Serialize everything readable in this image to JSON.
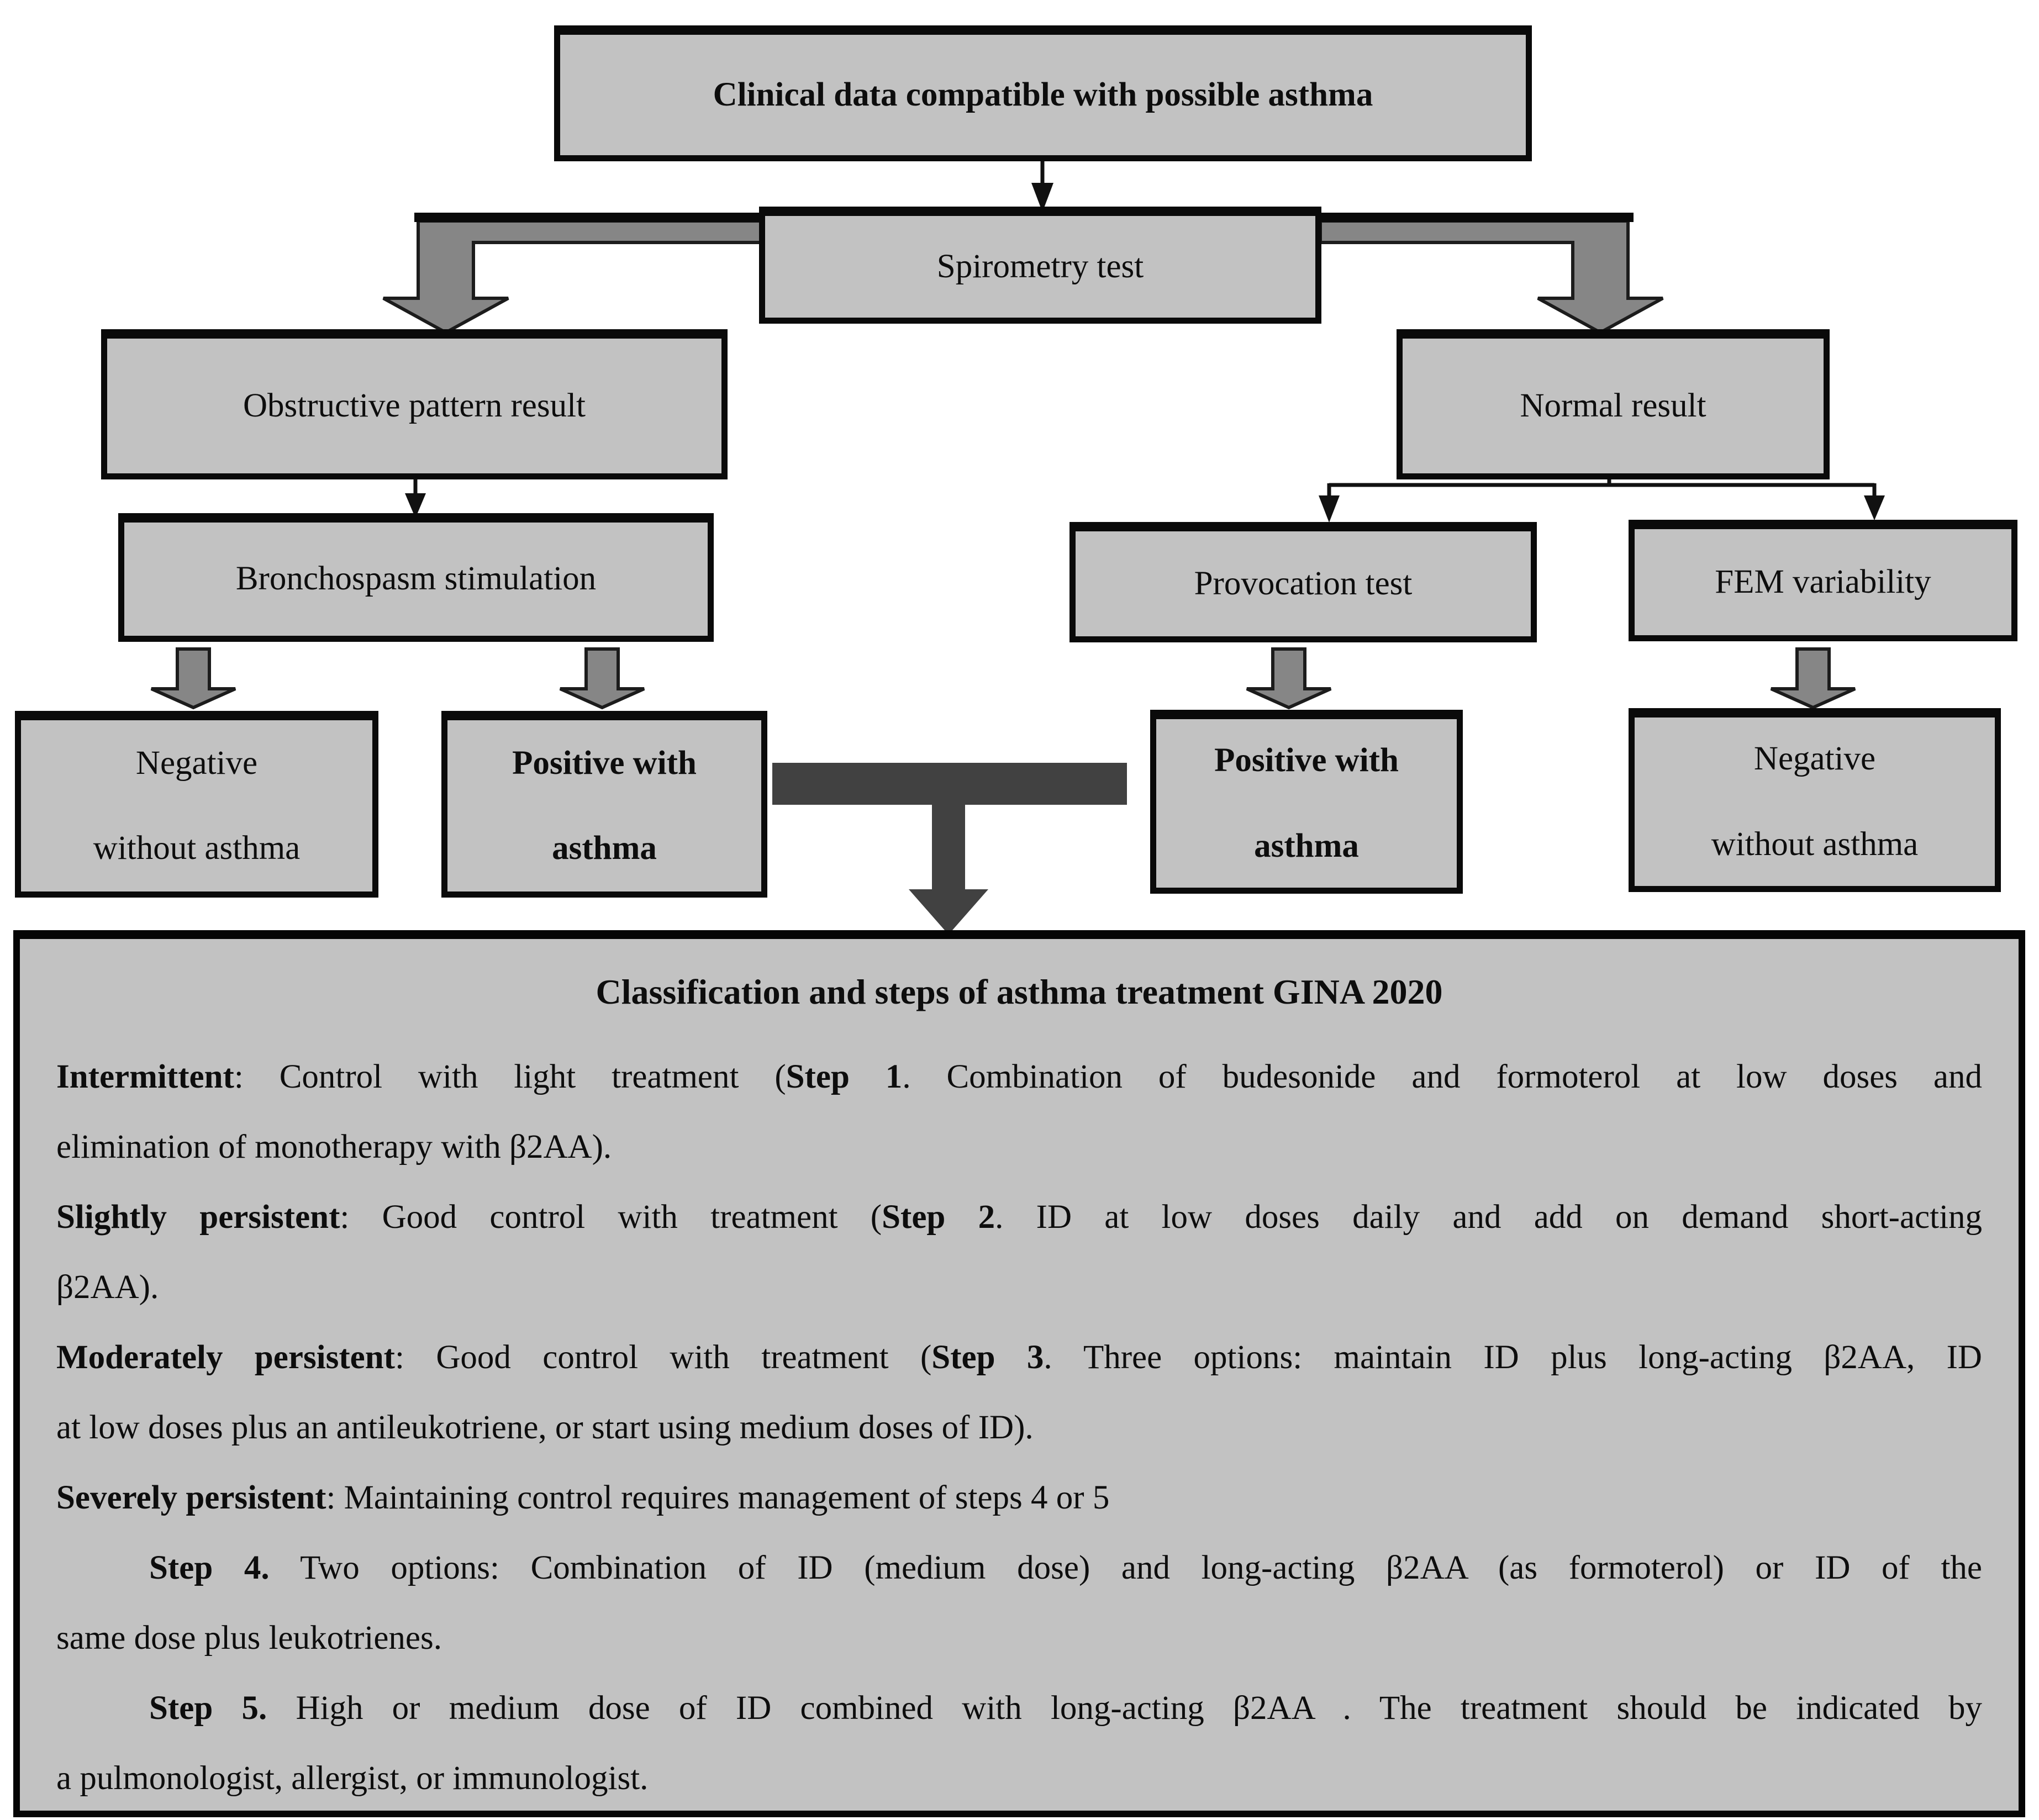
{
  "nodes": {
    "clinical": {
      "label": "Clinical data compatible with possible asthma"
    },
    "spirometry": {
      "label": "Spirometry test"
    },
    "obstructive": {
      "label": "Obstructive pattern result"
    },
    "normal": {
      "label": "Normal result"
    },
    "bronchospasm": {
      "label": "Bronchospasm stimulation"
    },
    "provocation": {
      "label": "Provocation test"
    },
    "fem": {
      "label": "FEM variability"
    },
    "negative_left": {
      "line1": "Negative",
      "line2": "without asthma"
    },
    "positive_left": {
      "line1": "Positive with",
      "line2": "asthma"
    },
    "positive_right": {
      "line1": "Positive with",
      "line2": "asthma"
    },
    "negative_right": {
      "line1": "Negative",
      "line2": "without asthma"
    }
  },
  "classification": {
    "title": "Classification and steps of asthma treatment GINA 2020",
    "lines": [
      {
        "justify": true,
        "indent": false,
        "segments": [
          {
            "t": "Intermittent",
            "b": true
          },
          {
            "t": ": Control with light treatment (",
            "b": false
          },
          {
            "t": "Step 1",
            "b": true
          },
          {
            "t": ". Combination of budesonide and formoterol at low doses and",
            "b": false
          }
        ]
      },
      {
        "justify": false,
        "indent": false,
        "segments": [
          {
            "t": "elimination of monotherapy with β2AA).",
            "b": false
          }
        ]
      },
      {
        "justify": true,
        "indent": false,
        "segments": [
          {
            "t": "Slightly persistent",
            "b": true
          },
          {
            "t": ": Good control with treatment (",
            "b": false
          },
          {
            "t": "Step 2",
            "b": true
          },
          {
            "t": ". ID at low doses daily and add on demand short-acting",
            "b": false
          }
        ]
      },
      {
        "justify": false,
        "indent": false,
        "segments": [
          {
            "t": "β2AA).",
            "b": false
          }
        ]
      },
      {
        "justify": true,
        "indent": false,
        "segments": [
          {
            "t": "Moderately persistent",
            "b": true
          },
          {
            "t": ": Good control with treatment (",
            "b": false
          },
          {
            "t": "Step 3",
            "b": true
          },
          {
            "t": ". Three options: maintain ID plus long-acting β2AA, ID",
            "b": false
          }
        ]
      },
      {
        "justify": false,
        "indent": false,
        "segments": [
          {
            "t": "at low doses plus an antileukotriene, or start using medium doses of ID).",
            "b": false
          }
        ]
      },
      {
        "justify": false,
        "indent": false,
        "segments": [
          {
            "t": "Severely persistent",
            "b": true
          },
          {
            "t": ": Maintaining control requires management of steps 4 or 5",
            "b": false
          }
        ]
      },
      {
        "justify": true,
        "indent": true,
        "segments": [
          {
            "t": "Step 4.",
            "b": true
          },
          {
            "t": " Two options: Combination of ID (medium dose) and long-acting β2AA (as formoterol) or ID of the",
            "b": false
          }
        ]
      },
      {
        "justify": false,
        "indent": false,
        "segments": [
          {
            "t": "same dose plus leukotrienes.",
            "b": false
          }
        ]
      },
      {
        "justify": true,
        "indent": true,
        "segments": [
          {
            "t": "Step 5.",
            "b": true
          },
          {
            "t": " High or medium dose of ID combined with long-acting β2AA . The treatment should be indicated by",
            "b": false
          }
        ]
      },
      {
        "justify": false,
        "indent": false,
        "segments": [
          {
            "t": "a pulmonologist, allergist, or immunologist.",
            "b": false
          }
        ]
      }
    ]
  },
  "colors": {
    "background": "#ffffff",
    "box_fill": "#c2c2c2",
    "box_border": "#0a0a0a",
    "arrow_gray": "#868686",
    "arrow_outline": "#1c1c1c",
    "arrow_dark": "#414141",
    "text": "#0d0d0d"
  }
}
